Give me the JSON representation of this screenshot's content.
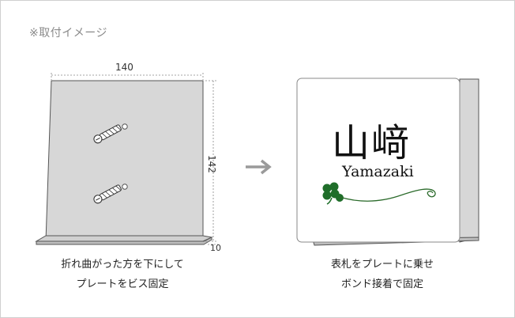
{
  "header": {
    "title": "※取付イメージ"
  },
  "left_panel": {
    "dim_width": "140",
    "dim_height": "142",
    "dim_foot": "10",
    "caption_line1": "折れ曲がった方を下にして",
    "caption_line2": "プレートをビス固定"
  },
  "right_panel": {
    "nameplate_jp": "山﨑",
    "nameplate_en": "Yamazaki",
    "caption_line1": "表札をプレートに乗せ",
    "caption_line2": "ボンド接着で固定"
  },
  "colors": {
    "plate_gray": "#d7d7d7",
    "outline": "#555555",
    "arrow": "#9a9a9a",
    "clover": "#1f6e2a",
    "vine": "#2a6a2a"
  },
  "icons": [
    "screw-icon",
    "arrow-right-icon",
    "clover-icon"
  ]
}
